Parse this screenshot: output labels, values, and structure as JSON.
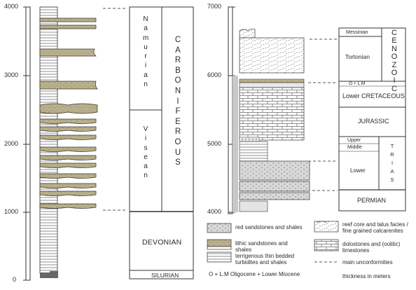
{
  "left_column": {
    "scale_labels": [
      "4000",
      "3000",
      "2000",
      "1000",
      "0"
    ],
    "systems": {
      "carboniferous": "C\nA\nR\nB\nO\nN\nI\nF\nE\nR\nO\nU\nS",
      "devonian": "DEVONIAN",
      "silurian": "SILURIAN"
    },
    "series": {
      "namurian": "N\na\nm\nu\nr\ni\na\nn",
      "visean": "V\ni\ns\ne\na\nn"
    }
  },
  "right_column": {
    "scale_labels": [
      "7000",
      "6000",
      "5000",
      "4000"
    ],
    "systems": {
      "cenozoic": "C\nE\nN\nO\nZ\nO\nI\nC",
      "lower_cretaceous": "Lower CRETACEOUS",
      "jurassic": "JURASSIC",
      "trias": "T\nR\nI\nA\nS",
      "permian": "PERMIAN"
    },
    "series": {
      "messinian": "Messinian",
      "tortonian": "Tortonian",
      "o_lm": "O + L.M",
      "upper": "Upper",
      "middle": "Middle",
      "lower": "Lower"
    }
  },
  "legend": {
    "red_sandstones": "red sandstones and shales",
    "lithic_sandstones": "lithic sandstones and shales",
    "terrigenous": "terrigenous thin bedded turbidites and shales",
    "reef_core": "reef core and talus facies / fine grained calcarenites",
    "dolostones": "dolostones and (oolitic) limestones",
    "unconformities": "main unconformities",
    "abbreviation": "O + L.M  Oligocene + Lower Miocene",
    "thickness_note": "thickness in meters"
  },
  "colors": {
    "sandstone_olive": "#b8b08a",
    "red_sandstone_grey": "#d6d6d6",
    "line": "#333333",
    "dashed": "#555555"
  }
}
